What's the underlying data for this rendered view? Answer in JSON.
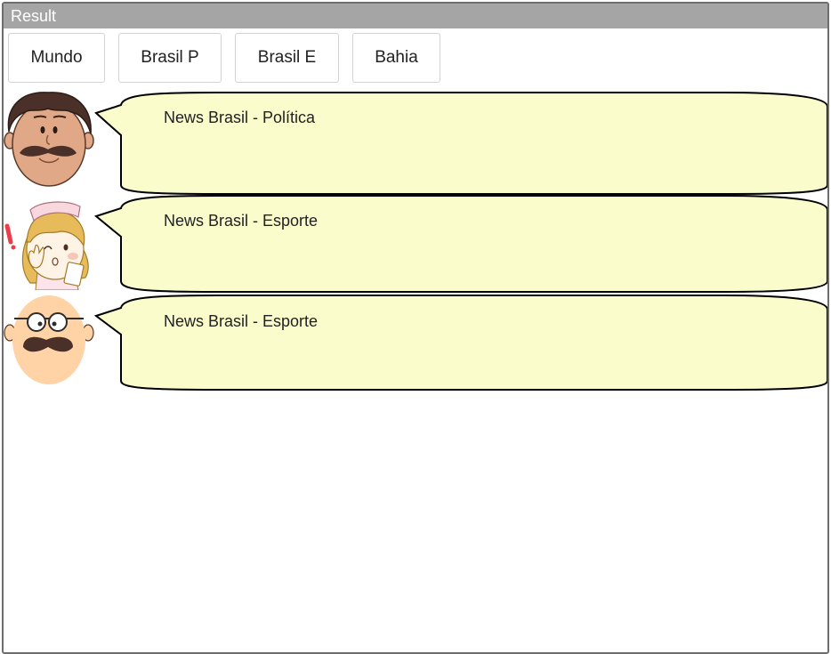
{
  "window": {
    "title": "Result"
  },
  "toolbar": {
    "buttons": [
      {
        "label": "Mundo"
      },
      {
        "label": "Brasil P"
      },
      {
        "label": "Brasil E"
      },
      {
        "label": "Bahia"
      }
    ]
  },
  "feed": {
    "items": [
      {
        "avatar": "man-with-mustache-icon",
        "text": "News Brasil - Política"
      },
      {
        "avatar": "nurse-icon",
        "text": "News Brasil - Esporte"
      },
      {
        "avatar": "bald-man-with-glasses-icon",
        "text": "News Brasil - Esporte"
      }
    ]
  },
  "colors": {
    "titlebar": "#a5a5a5",
    "bubble_fill": "#fafccb",
    "bubble_stroke": "#000000"
  }
}
